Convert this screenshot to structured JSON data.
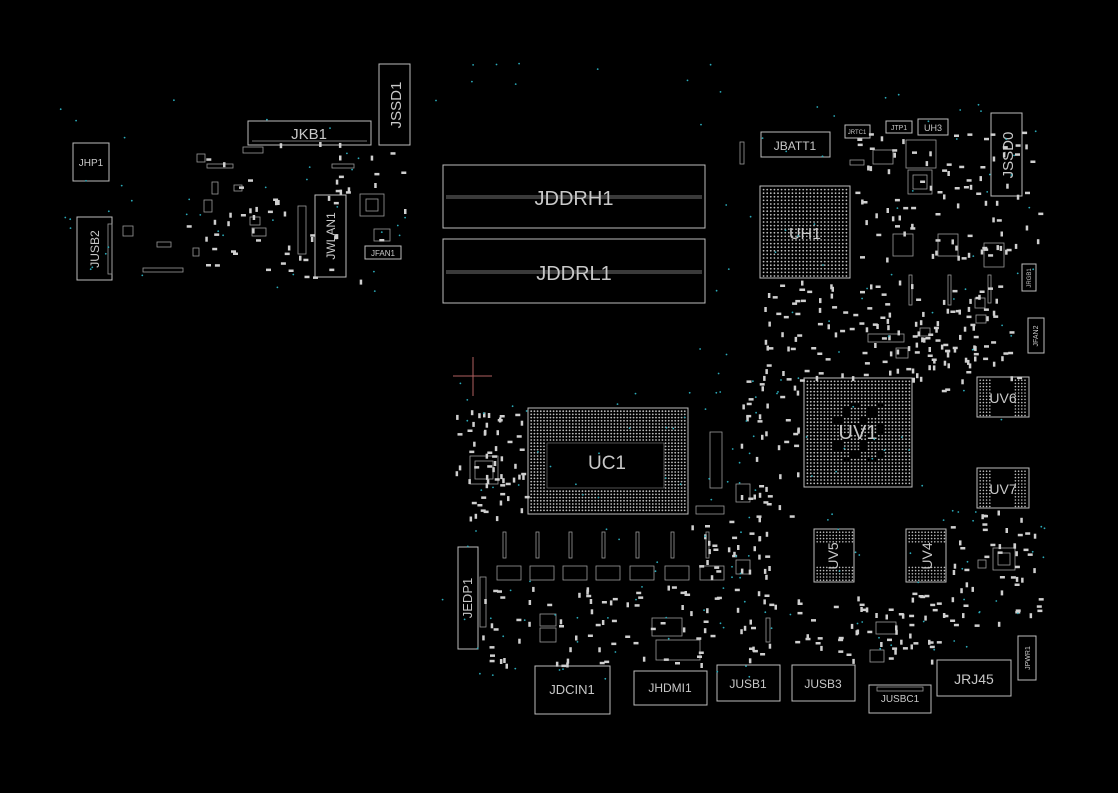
{
  "board": {
    "background": "#000000",
    "outline_color": "#bdbdbd",
    "via_color": "#2aa9b8",
    "cursor_color": "#b06060"
  },
  "components": {
    "JHP1": "JHP1",
    "JKB1": "JKB1",
    "JSSD1": "JSSD1",
    "JUSB2": "JUSB2",
    "JWLAN1": "JWLAN1",
    "JFAN1": "JFAN1",
    "JDDRH1": "JDDRH1",
    "JDDRL1": "JDDRL1",
    "JBATT1": "JBATT1",
    "JRTC1": "JRTC1",
    "JTP1": "JTP1",
    "UH3": "UH3",
    "JSSD0": "JSSD0",
    "UH1": "UH1",
    "JRGB1": "JRGB1",
    "JFAN2": "JFAN2",
    "UV6": "UV6",
    "UV1": "UV1",
    "UC1": "UC1",
    "UV7": "UV7",
    "UV5": "UV5",
    "UV4": "UV4",
    "JEDP1": "JEDP1",
    "JDCIN1": "JDCIN1",
    "JHDMI1": "JHDMI1",
    "JUSB1": "JUSB1",
    "JUSB3": "JUSB3",
    "JUSBC1": "JUSBC1",
    "JRJ45": "JRJ45",
    "JPWR1": "JPWR1"
  }
}
